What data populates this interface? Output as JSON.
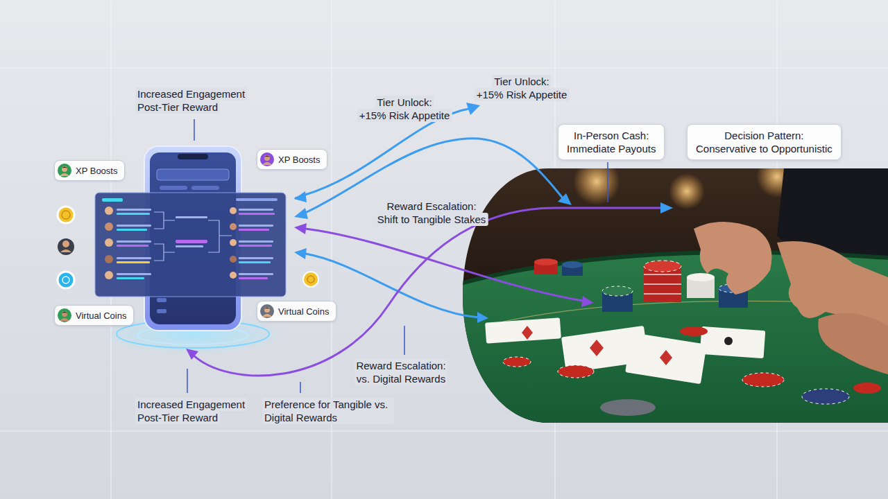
{
  "diagram": {
    "nodes": [
      {
        "text": [
          "XP Boosts"
        ]
      },
      {
        "text": [
          "XP Boosts"
        ]
      },
      {
        "text": [
          "Virtual Coins"
        ]
      },
      {
        "text": [
          "Virtual Coins"
        ]
      },
      {
        "text": [
          "In-Person Cash:",
          "Immediate Payouts"
        ]
      },
      {
        "text": [
          "Decision Pattern:",
          "Conservative to Opportunistic"
        ]
      }
    ],
    "labels": [
      "Increased Engagement",
      "Post-Tier Reward",
      "Tier Unlock:",
      "+15% Risk Appetite",
      "Tier Unlock:",
      "+15% Risk Appetite",
      "Reward Escalation:",
      "Shift to Tangible Stakes",
      "Reward Escalation:",
      "vs. Digital Rewards",
      "Increased Engagement",
      "Post-Tier Reward",
      "Preference for Tangible vs. Digital Rewards"
    ]
  }
}
